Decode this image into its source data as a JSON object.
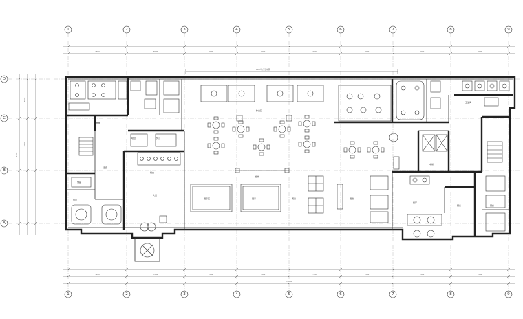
{
  "plan": {
    "column_axes": [
      "1",
      "2",
      "3",
      "4",
      "5",
      "6",
      "7",
      "8",
      "9"
    ],
    "row_axes": [
      "D",
      "C",
      "B",
      "A"
    ],
    "title_top": "150人大型活动区",
    "rooms": {
      "office": "办公",
      "reception": "前台",
      "bar": "吧台",
      "corridor": "走廊",
      "storage": "储藏",
      "stair": "楼梯",
      "meeting": "会议",
      "lobby": "大堂",
      "lounge_a": "休息区",
      "lounge_b": "阅读",
      "cafe": "咖啡",
      "reading": "展示区",
      "exhibit": "展示",
      "display_wall": "展墙",
      "toilet": "卫生间",
      "elevator": "电梯",
      "kitchen": "厨房",
      "dining": "餐厅",
      "service": "服务"
    },
    "dims_top": [
      "3600",
      "3600",
      "3600",
      "3600",
      "3600",
      "3600",
      "3600",
      "3600"
    ],
    "dims_bottom": [
      "7200",
      "7200",
      "7200",
      "7200",
      "7200",
      "7200",
      "7200",
      "7200"
    ],
    "total_length": "57600",
    "dims_left": [
      "3600",
      "3600",
      "7200"
    ]
  }
}
